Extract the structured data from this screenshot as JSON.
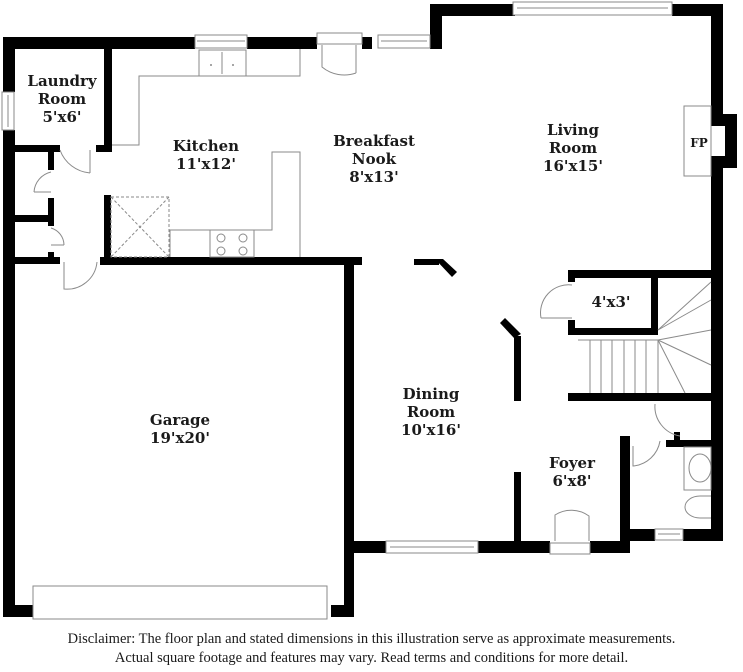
{
  "floor_plan": {
    "rooms": [
      {
        "id": "laundry",
        "name_line1": "Laundry",
        "name_line2": "Room",
        "dimensions": "5'x6'"
      },
      {
        "id": "kitchen",
        "name_line1": "Kitchen",
        "dimensions": "11'x12'"
      },
      {
        "id": "breakfast",
        "name_line1": "Breakfast",
        "name_line2": "Nook",
        "dimensions": "8'x13'"
      },
      {
        "id": "living",
        "name_line1": "Living",
        "name_line2": "Room",
        "dimensions": "16'x15'"
      },
      {
        "id": "closet",
        "dimensions": "4'x3'"
      },
      {
        "id": "garage",
        "name_line1": "Garage",
        "dimensions": "19'x20'"
      },
      {
        "id": "dining",
        "name_line1": "Dining",
        "name_line2": "Room",
        "dimensions": "10'x16'"
      },
      {
        "id": "foyer",
        "name_line1": "Foyer",
        "dimensions": "6'x8'"
      }
    ],
    "fireplace_label": "FP",
    "wall_color": "#000000",
    "fixture_color": "#8a8a8a"
  },
  "disclaimer": {
    "line1": "Disclaimer: The floor plan and stated dimensions in this illustration serve as approximate measurements.",
    "line2": "Actual square footage and features may vary. Read terms and conditions for more detail."
  }
}
